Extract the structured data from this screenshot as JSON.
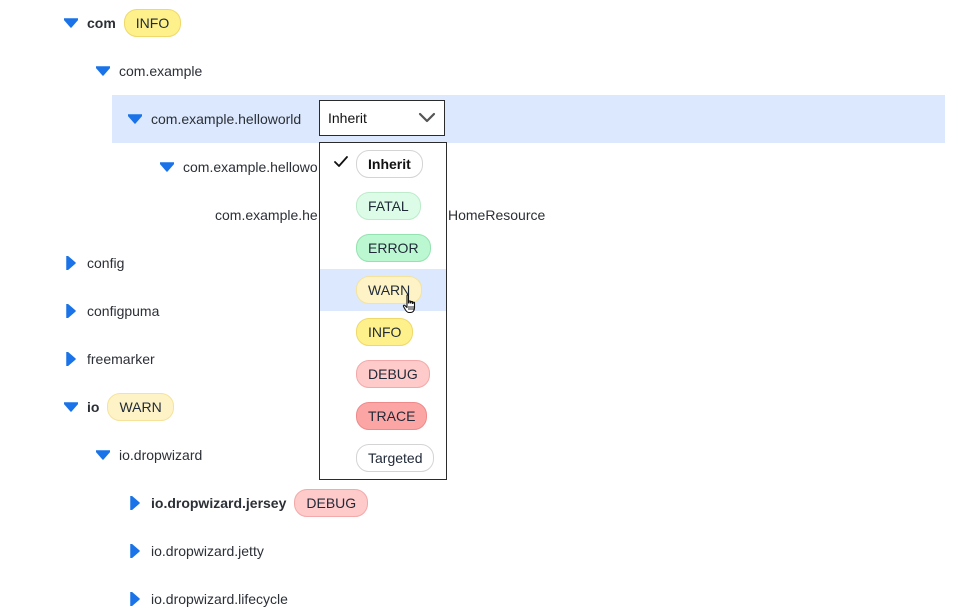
{
  "tree": {
    "com": {
      "label": "com",
      "level": "INFO"
    },
    "com_example": {
      "label": "com.example"
    },
    "helloworld": {
      "label": "com.example.helloworld",
      "select_value": "Inherit"
    },
    "hello_sub": {
      "label": "com.example.hellowo"
    },
    "hello_leaf_left": {
      "label": "com.example.he"
    },
    "hello_leaf_right": {
      "label": "HomeResource"
    },
    "config": {
      "label": "config"
    },
    "configpuma": {
      "label": "configpuma"
    },
    "freemarker": {
      "label": "freemarker"
    },
    "io": {
      "label": "io",
      "level": "WARN"
    },
    "io_dropwizard": {
      "label": "io.dropwizard"
    },
    "jersey": {
      "label": "io.dropwizard.jersey",
      "level": "DEBUG"
    },
    "jetty": {
      "label": "io.dropwizard.jetty"
    },
    "lifecycle": {
      "label": "io.dropwizard.lifecycle"
    }
  },
  "dropdown": {
    "selected": "Inherit",
    "hovered": "WARN",
    "options": [
      "Inherit",
      "FATAL",
      "ERROR",
      "WARN",
      "INFO",
      "DEBUG",
      "TRACE",
      "Targeted"
    ]
  },
  "colors": {
    "accent": "#1a73e8",
    "selected_row": "#dbe8fd"
  },
  "icons": {
    "expanded": "caret-down-icon",
    "collapsed": "caret-right-icon",
    "select_arrow": "chevron-down-icon",
    "check": "checkmark-icon",
    "cursor": "hand-pointer-icon"
  }
}
